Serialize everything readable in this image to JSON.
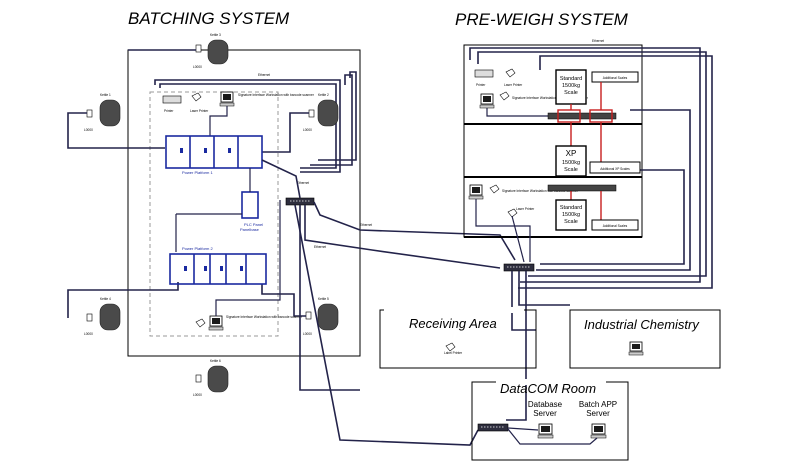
{
  "titles": {
    "batching": "BATCHING SYSTEM",
    "preweigh": "PRE-WEIGH SYSTEM"
  },
  "batching": {
    "kettles": [
      "Kettle 3",
      "Kettle 1",
      "Kettle 2",
      "Kettle 4",
      "Kettle 5",
      "Kettle 6"
    ],
    "tank_tag": "L0000",
    "printer_label": "Printer",
    "scanner_label": "Laser Printer",
    "workstation_note": "Signature Interface Workstation with barcode scanner",
    "pp1_label": "Power Platform 1",
    "pp2_label": "Power Platform 2",
    "plc_label": "PLC Panel",
    "plc_sub": "Panelbase"
  },
  "preweigh": {
    "printer_label": "Printer",
    "scanner_label": "Laser Printer",
    "workstation_note": "Signature Interface Workstation with barcode scanner",
    "scale1": [
      "Standard",
      "1500kg",
      "Scale"
    ],
    "scale_xp": [
      "XP",
      "1500kg",
      "Scale"
    ],
    "scale2": [
      "Standard",
      "1500kg",
      "Scale"
    ],
    "additional_scales": "Additional Scales",
    "additional_xp": "Additional XP Scales"
  },
  "areas": {
    "receiving": "Receiving Area",
    "receiving_device": "Label Printer",
    "industrial": "Industrial Chemistry",
    "datacom": "DataCOM Room",
    "database_server": [
      "Database",
      "Server"
    ],
    "batch_server": [
      "Batch APP",
      "Server"
    ]
  },
  "cable_label": "Ethernet"
}
